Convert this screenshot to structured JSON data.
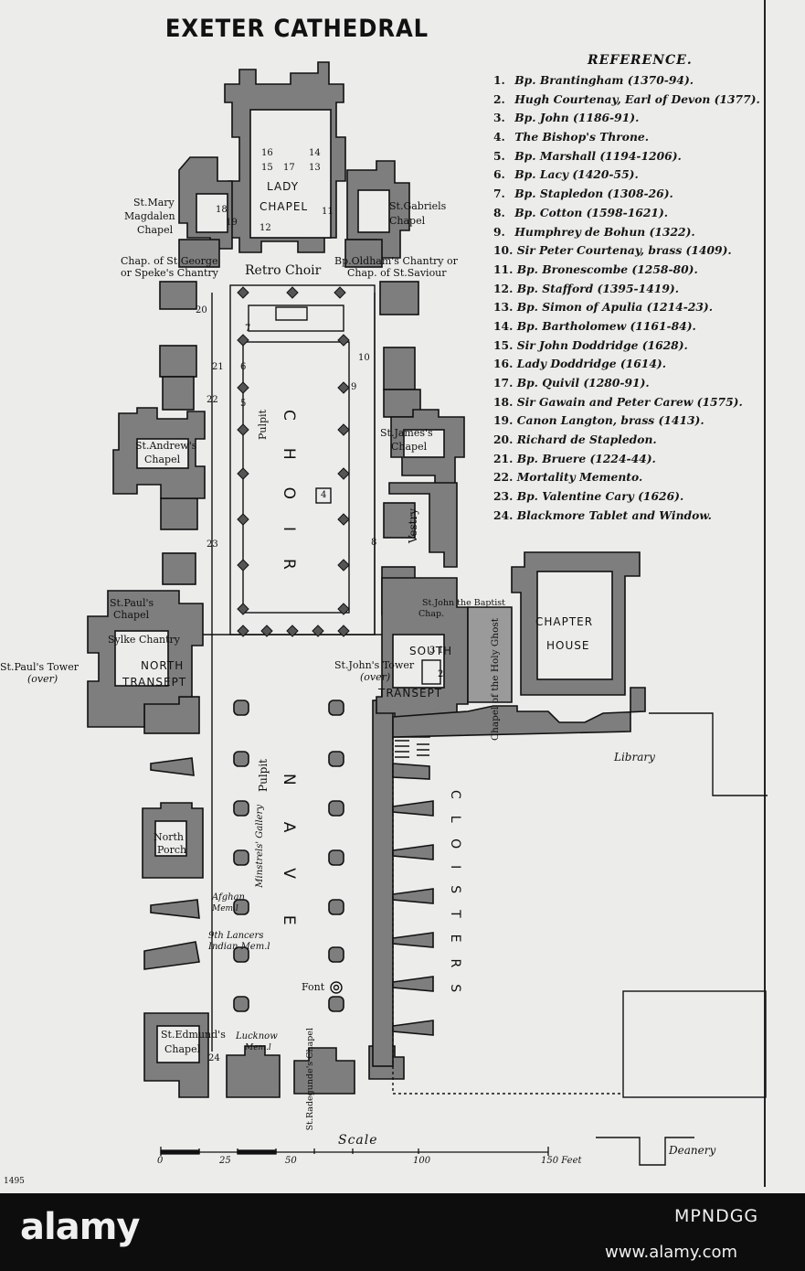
{
  "title": "EXETER CATHEDRAL",
  "reference": {
    "heading": "REFERENCE.",
    "items": [
      {
        "n": "1.",
        "text": "Bp. Brantingham (1370-94)."
      },
      {
        "n": "2.",
        "text": "Hugh Courtenay, Earl of Devon (1377)."
      },
      {
        "n": "3.",
        "text": "Bp. John (1186-91)."
      },
      {
        "n": "4.",
        "text": "The Bishop's Throne."
      },
      {
        "n": "5.",
        "text": "Bp. Marshall (1194-1206)."
      },
      {
        "n": "6.",
        "text": "Bp. Lacy (1420-55)."
      },
      {
        "n": "7.",
        "text": "Bp. Stapledon (1308-26)."
      },
      {
        "n": "8.",
        "text": "Bp. Cotton (1598-1621)."
      },
      {
        "n": "9.",
        "text": "Humphrey de Bohun (1322)."
      },
      {
        "n": "10.",
        "text": "Sir Peter Courtenay, brass (1409)."
      },
      {
        "n": "11.",
        "text": "Bp. Bronescombe (1258-80)."
      },
      {
        "n": "12.",
        "text": "Bp. Stafford (1395-1419)."
      },
      {
        "n": "13.",
        "text": "Bp. Simon of Apulia (1214-23)."
      },
      {
        "n": "14.",
        "text": "Bp. Bartholomew (1161-84)."
      },
      {
        "n": "15.",
        "text": "Sir John Doddridge (1628)."
      },
      {
        "n": "16.",
        "text": "Lady Doddridge (1614)."
      },
      {
        "n": "17.",
        "text": "Bp. Quivil (1280-91)."
      },
      {
        "n": "18.",
        "text": "Sir Gawain and Peter Carew (1575)."
      },
      {
        "n": "19.",
        "text": "Canon Langton, brass (1413)."
      },
      {
        "n": "20.",
        "text": "Richard de Stapledon."
      },
      {
        "n": "21.",
        "text": "Bp. Bruere (1224-44)."
      },
      {
        "n": "22.",
        "text": "Mortality Memento."
      },
      {
        "n": "23.",
        "text": "Bp. Valentine Cary (1626)."
      },
      {
        "n": "24.",
        "text": "Blackmore Tablet and Window."
      }
    ]
  },
  "labels": {
    "lady_chapel_1": "LADY",
    "lady_chapel_2": "CHAPEL",
    "st_mary_1": "St.Mary",
    "st_mary_2": "Magdalen",
    "st_mary_3": "Chapel",
    "st_gabriels_1": "St.Gabriels",
    "st_gabriels_2": "Chapel",
    "chap_st_george_1": "Chap. of St.George",
    "chap_st_george_2": "or Speke's Chantry",
    "retro_choir": "Retro Choir",
    "oldhams_1": "Bp.Oldham's Chantry or",
    "oldhams_2": "Chap. of St.Saviour",
    "st_andrews_1": "St.Andrew's",
    "st_andrews_2": "Chapel",
    "st_james_1": "St.James's",
    "st_james_2": "Chapel",
    "pulpit_choir": "Pulpit",
    "choir": "CHOIR",
    "vestry": "Vestry",
    "st_pauls_chapel_1": "St.Paul's",
    "st_pauls_chapel_2": "Chapel",
    "sylke_chantry": "Sylke Chantry",
    "st_pauls_tower": "St.Paul's Tower",
    "over_1": "(over)",
    "north_transept_1": "NORTH",
    "north_transept_2": "TRANSEPT",
    "st_john_baptist_1": "St.John the Baptist",
    "st_john_baptist_2": "Chap.",
    "chapter_house_1": "CHAPTER",
    "chapter_house_2": "HOUSE",
    "south_transept_1": "SOUTH",
    "south_transept_2": "TRANSEPT",
    "st_johns_tower": "St.John's Tower",
    "over_2": "(over)",
    "holy_ghost": "Chapel of the Holy Ghost",
    "library": "Library",
    "pulpit_nave": "Pulpit",
    "minstrels": "Minstrels' Gallery",
    "nave": "NAVE",
    "cloisters": "CLOISTERS",
    "north_porch_1": "North",
    "north_porch_2": "Porch",
    "afghan_1": "Afghan",
    "afghan_2": "Mem.l",
    "lancers_1": "9th Lancers",
    "lancers_2": "Indian Mem.l",
    "font": "Font",
    "st_edmunds_1": "St.Edmund's",
    "st_edmunds_2": "Chapel",
    "lucknow_1": "Lucknow",
    "lucknow_2": "Mem.l",
    "st_radegunde": "St.Radegunde's Chapel",
    "deanery": "Deanery"
  },
  "numbers": [
    "1",
    "2",
    "3",
    "4",
    "5",
    "6",
    "7",
    "8",
    "9",
    "10",
    "11",
    "12",
    "13",
    "14",
    "15",
    "16",
    "17",
    "18",
    "19",
    "20",
    "21",
    "22",
    "23",
    "24"
  ],
  "scale": {
    "title": "Scale",
    "ticks": [
      "0",
      "25",
      "50",
      "100",
      "150 Feet"
    ]
  },
  "plate_number": "1495",
  "watermark": {
    "brand": "alamy",
    "image_id": "MPNDGG",
    "url": "www.alamy.com"
  }
}
